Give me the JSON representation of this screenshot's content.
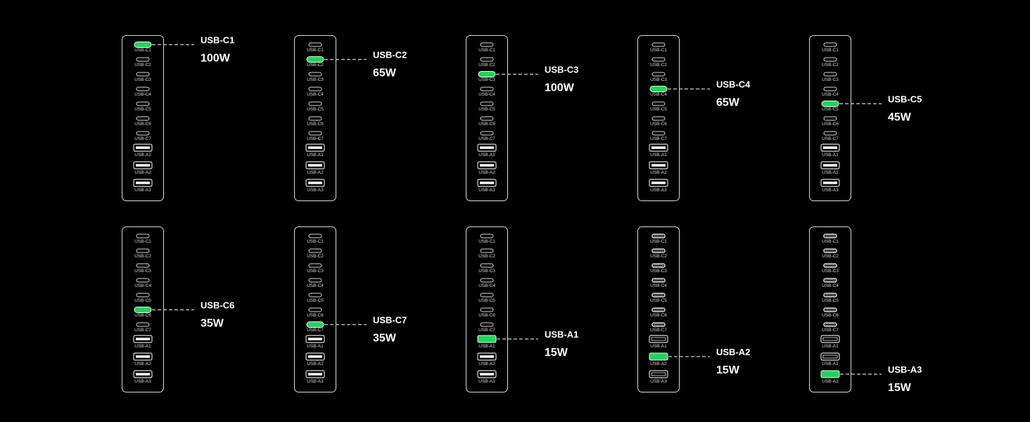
{
  "colors": {
    "background": "#000000",
    "outline": "#d9d9d9",
    "active_port": "#22d35c",
    "text": "#ffffff"
  },
  "port_labels": [
    "USB-C1",
    "USB-C2",
    "USB-C3",
    "USB-C4",
    "USB-C5",
    "USB-C6",
    "USB-C7",
    "USB-A1",
    "USB-A2",
    "USB-A3"
  ],
  "chargers": [
    {
      "active_port": "USB-C1",
      "callout_name": "USB-C1",
      "callout_watt": "100W",
      "style": "thin"
    },
    {
      "active_port": "USB-C2",
      "callout_name": "USB-C2",
      "callout_watt": "65W",
      "style": "thin"
    },
    {
      "active_port": "USB-C3",
      "callout_name": "USB-C3",
      "callout_watt": "100W",
      "style": "thin"
    },
    {
      "active_port": "USB-C4",
      "callout_name": "USB-C4",
      "callout_watt": "65W",
      "style": "thin"
    },
    {
      "active_port": "USB-C5",
      "callout_name": "USB-C5",
      "callout_watt": "45W",
      "style": "thin"
    },
    {
      "active_port": "USB-C6",
      "callout_name": "USB-C6",
      "callout_watt": "35W",
      "style": "thin"
    },
    {
      "active_port": "USB-C7",
      "callout_name": "USB-C7",
      "callout_watt": "35W",
      "style": "thin"
    },
    {
      "active_port": "USB-A1",
      "callout_name": "USB-A1",
      "callout_watt": "15W",
      "style": "thin"
    },
    {
      "active_port": "USB-A2",
      "callout_name": "USB-A2",
      "callout_watt": "15W",
      "style": "double"
    },
    {
      "active_port": "USB-A3",
      "callout_name": "USB-A3",
      "callout_watt": "15W",
      "style": "double"
    }
  ]
}
